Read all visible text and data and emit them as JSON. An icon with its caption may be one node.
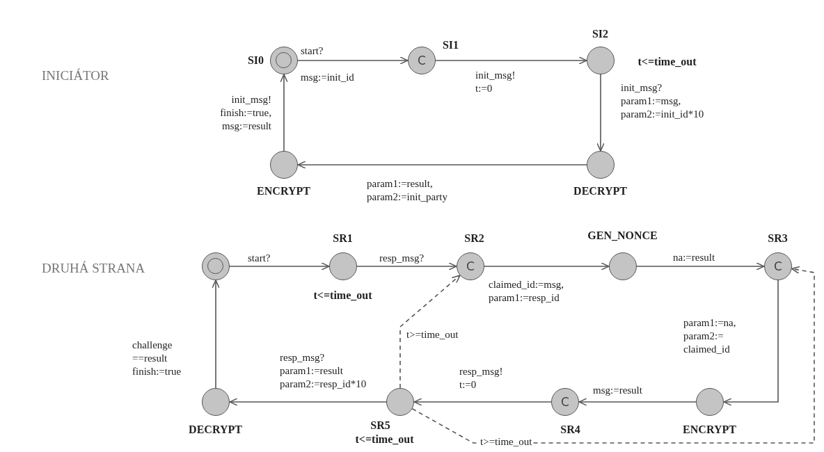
{
  "diagram": {
    "nodes": [
      {
        "text": [
          "SI0"
        ]
      },
      {
        "text": [
          "SI1",
          "C"
        ]
      },
      {
        "text": [
          "SI2"
        ],
        "beside": [
          "t<=time_out"
        ]
      },
      {
        "text": [
          "DECRYPT"
        ]
      },
      {
        "text": [
          "ENCRYPT"
        ]
      },
      {
        "text": [],
        "shape": "circle"
      },
      {
        "text": [
          "SR1"
        ],
        "beside": [
          "t<=time_out"
        ]
      },
      {
        "text": [
          "SR2",
          "C"
        ]
      },
      {
        "text": [
          "GEN_NONCE"
        ]
      },
      {
        "text": [
          "SR3",
          "C"
        ]
      },
      {
        "text": [
          "ENCRYPT"
        ]
      },
      {
        "text": [
          "C",
          "SR4"
        ]
      },
      {
        "text": [
          "SR5"
        ],
        "beside": [
          "t<=time_out"
        ]
      },
      {
        "text": [
          "DECRYPT"
        ]
      }
    ],
    "edges": [
      {
        "from": 0,
        "to": 1,
        "arrow": "to",
        "label": "start? msg:=init_id"
      },
      {
        "from": 1,
        "to": 2,
        "arrow": "to",
        "label": "init_msg! t:=0"
      },
      {
        "from": 2,
        "to": 3,
        "arrow": "to",
        "label": "init_msg? param1:=msg, param2:=init_id*10"
      },
      {
        "from": 3,
        "to": 4,
        "arrow": "to",
        "label": "param1:=result, param2:=init_party"
      },
      {
        "from": 4,
        "to": 0,
        "arrow": "to",
        "label": "init_msg! finish:=true, msg:=result"
      },
      {
        "from": 5,
        "to": 6,
        "arrow": "to",
        "label": "start?"
      },
      {
        "from": 6,
        "to": 7,
        "arrow": "to",
        "label": "resp_msg?"
      },
      {
        "from": 7,
        "to": 8,
        "arrow": "to",
        "label": "claimed_id:=msg, param1:=resp_id"
      },
      {
        "from": 8,
        "to": 9,
        "arrow": "to",
        "label": "na:=result"
      },
      {
        "from": 9,
        "to": 10,
        "arrow": "to",
        "label": "param1:=na, param2:= claimed_id"
      },
      {
        "from": 10,
        "to": 11,
        "arrow": "to",
        "label": "msg:=result"
      },
      {
        "from": 11,
        "to": 12,
        "arrow": "to",
        "label": "resp_msg! t:=0"
      },
      {
        "from": 12,
        "to": 13,
        "arrow": "to",
        "label": "resp_msg? param1:=result param2:=resp_id*10"
      },
      {
        "from": 13,
        "to": 5,
        "arrow": "to",
        "label": "challenge ==result finish:=true"
      },
      {
        "from": 12,
        "to": 7,
        "arrow": "to",
        "label": "t>=time_out",
        "style": "dashed"
      },
      {
        "from": 12,
        "to": 9,
        "arrow": "to",
        "label": "t>=time_out",
        "style": "dashed"
      }
    ],
    "labels": [
      "INICIÁTOR",
      "DRUHÁ STRANA"
    ]
  }
}
